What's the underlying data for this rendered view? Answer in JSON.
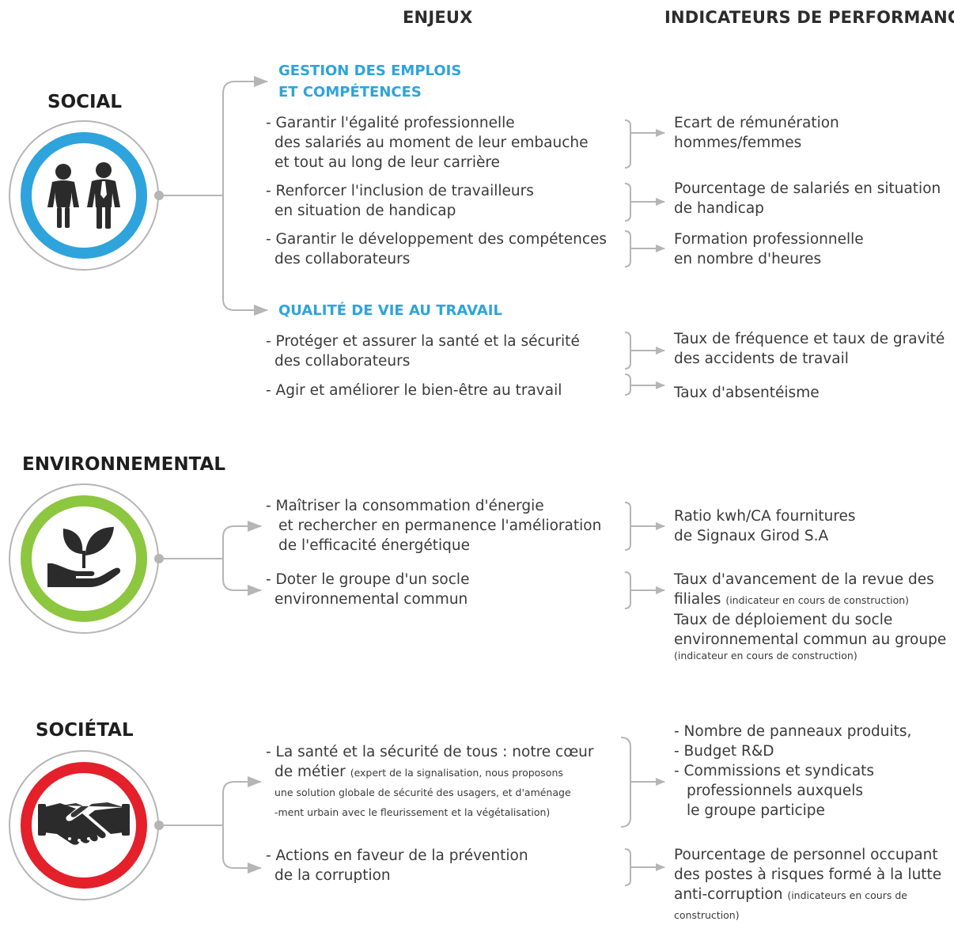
{
  "headers": {
    "enjeux": "ENJEUX",
    "indicateurs": "INDICATEURS DE PERFORMANCE"
  },
  "colors": {
    "social": "#2ea3dc",
    "environnemental": "#8dc63f",
    "societal": "#e4202a",
    "connector": "#b5b5b5"
  },
  "sections": {
    "social": {
      "title": "SOCIAL",
      "icon": "people-icon",
      "subsections": {
        "gestion": {
          "title": [
            "GESTION DES EMPLOIS",
            "ET COMPÉTENCES"
          ],
          "items": [
            {
              "enjeu": [
                "- Garantir l'égalité professionnelle",
                "des salariés au moment de leur embauche",
                "et tout au long de leur carrière"
              ],
              "indicateur": [
                "Ecart de rémunération",
                "hommes/femmes"
              ]
            },
            {
              "enjeu": [
                "- Renforcer l'inclusion de travailleurs",
                "en situation de handicap"
              ],
              "indicateur": [
                "Pourcentage de salariés en situation",
                "de handicap"
              ]
            },
            {
              "enjeu": [
                "- Garantir le développement des compétences",
                "des collaborateurs"
              ],
              "indicateur": [
                "Formation professionnelle",
                "en nombre d'heures"
              ]
            }
          ]
        },
        "qualite": {
          "title": [
            "QUALITÉ DE VIE AU TRAVAIL"
          ],
          "items": [
            {
              "enjeu": [
                "- Protéger et assurer la santé et la sécurité",
                "des collaborateurs"
              ],
              "indicateur": [
                "Taux de fréquence et taux de gravité",
                "des accidents de travail"
              ]
            },
            {
              "enjeu": [
                "- Agir et améliorer le bien-être au travail"
              ],
              "indicateur": [
                "Taux d'absentéisme"
              ]
            }
          ]
        }
      }
    },
    "environnemental": {
      "title": "ENVIRONNEMENTAL",
      "icon": "plant-in-hand-icon",
      "items": [
        {
          "enjeu": [
            "- Maîtriser la consommation d'énergie",
            "et rechercher en permanence l'amélioration",
            "de l'efficacité énergétique"
          ],
          "indicateur": [
            "Ratio kwh/CA fournitures",
            "de Signaux Girod S.A"
          ]
        },
        {
          "enjeu": [
            "- Doter le groupe d'un socle",
            "environnemental commun"
          ],
          "indicateur": {
            "line1": "Taux d'avancement de la revue des",
            "line2": "filiales",
            "line2_note": "(indicateur en cours de construction)",
            "line3": "Taux de déploiement du socle",
            "line4": "environnemental commun au groupe",
            "line5_note": "(indicateur en cours de construction)"
          }
        }
      ]
    },
    "societal": {
      "title": "SOCIÉTAL",
      "icon": "handshake-icon",
      "items": [
        {
          "enjeu": {
            "line1": "- La santé et la sécurité de tous : notre cœur",
            "line2": "de métier",
            "line2_note": "(expert de la signalisation, nous proposons",
            "line3_note": "une solution globale de sécurité des usagers, et d'aménage",
            "line4_note": "-ment urbain avec le fleurissement et la végétalisation)"
          },
          "indicateur": [
            "- Nombre de panneaux produits,",
            "- Budget R&D",
            "- Commissions et syndicats",
            "professionnels auxquels",
            "le groupe participe"
          ]
        },
        {
          "enjeu": [
            "- Actions en faveur de la prévention",
            "de la corruption"
          ],
          "indicateur": {
            "line1": "Pourcentage de personnel occupant",
            "line2": "des postes à risques formé à la lutte",
            "line3": "anti-corruption",
            "line3_note": "(indicateurs en cours de",
            "line4_note": "construction)"
          }
        }
      ]
    }
  }
}
